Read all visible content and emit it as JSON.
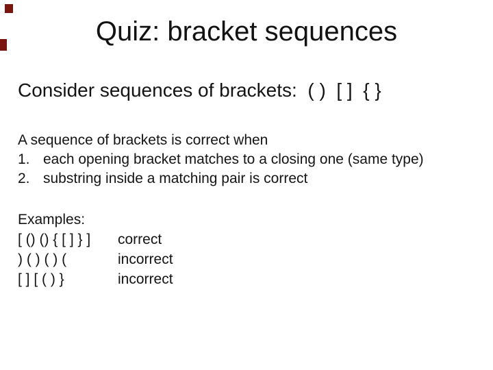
{
  "decor": {
    "square_color": "#7a150e"
  },
  "title": "Quiz: bracket sequences",
  "intro": "Consider sequences of brackets:  ( )  [ ]  { }",
  "rule": {
    "lead": "A sequence of brackets is correct when",
    "items": [
      {
        "num": "1.",
        "text": "each opening bracket matches to a closing one (same type)"
      },
      {
        "num": "2.",
        "text": "substring inside a matching pair is correct"
      }
    ]
  },
  "examples": {
    "heading": "Examples:",
    "rows": [
      {
        "sequence": "[ () () { [ ] } ]",
        "verdict": "correct"
      },
      {
        "sequence": ") ( ) ( ) (",
        "verdict": "incorrect"
      },
      {
        "sequence": "[ ] [ ( ) }",
        "verdict": "incorrect"
      }
    ]
  }
}
